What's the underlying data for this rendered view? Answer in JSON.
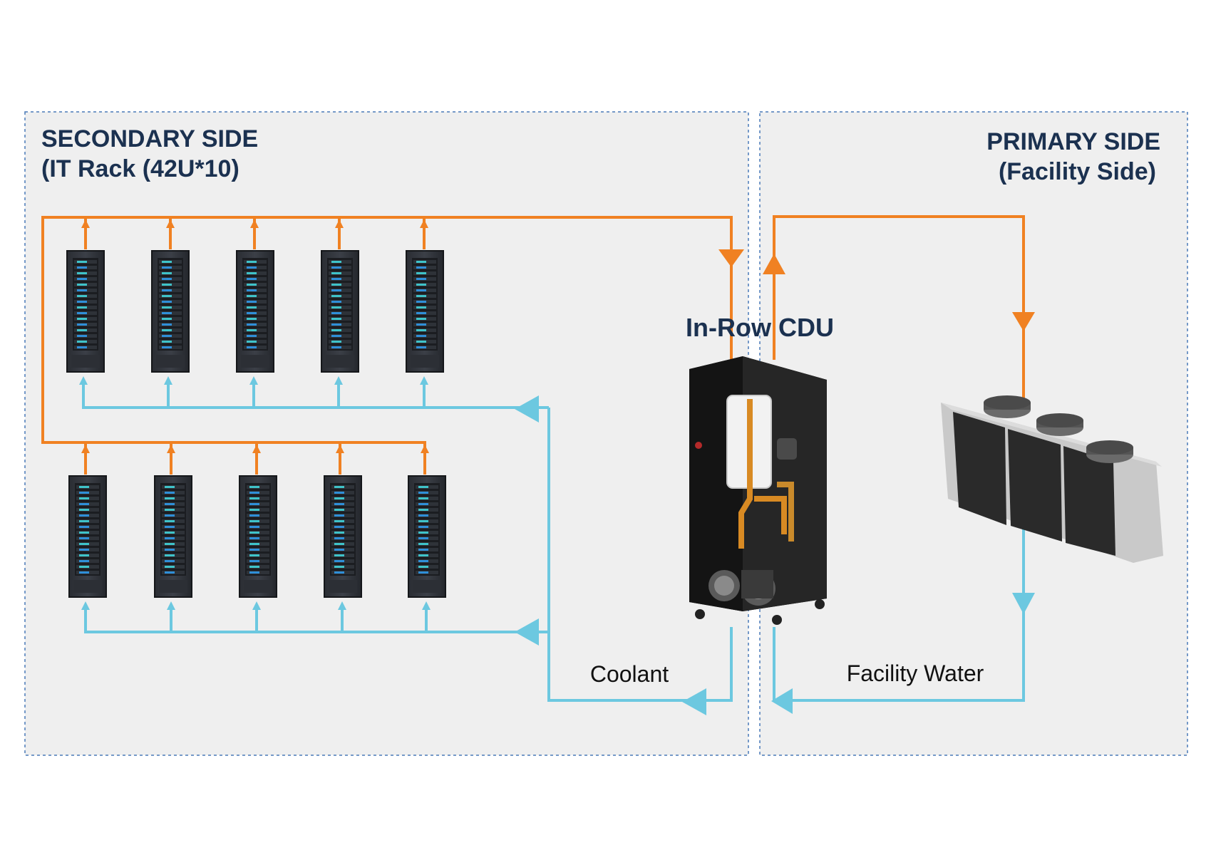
{
  "secondary_side": {
    "title_line1": "SECONDARY SIDE",
    "title_line2": "(IT Rack (42U*10)"
  },
  "primary_side": {
    "title_line1": "PRIMARY SIDE",
    "title_line2": "(Facility Side)"
  },
  "cdu": {
    "label": "In-Row CDU"
  },
  "loops": {
    "coolant_label": "Coolant",
    "facility_water_label": "Facility Water"
  },
  "racks": {
    "rows": 2,
    "per_row": 5,
    "icon": "server-rack-icon"
  },
  "colors": {
    "hot_line": "#f08122",
    "cold_line": "#6cc8e0",
    "heading_text": "#1b3150",
    "panel_bg": "#efefef",
    "panel_border": "#4a7ab8"
  },
  "icons": {
    "cdu": "cdu-cabinet-icon",
    "dry_cooler": "dry-cooler-icon"
  }
}
